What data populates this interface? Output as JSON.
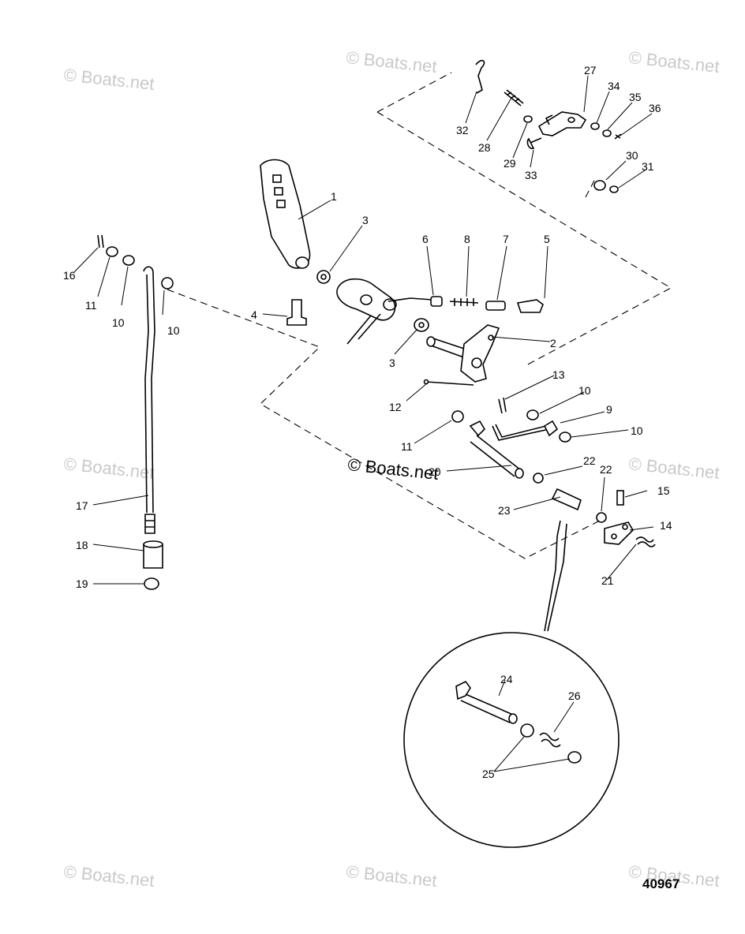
{
  "watermark": "© Boats.net",
  "figure_number": "40967",
  "callouts": [
    "1",
    "2",
    "3",
    "3",
    "4",
    "5",
    "6",
    "7",
    "8",
    "9",
    "10",
    "10",
    "10",
    "10",
    "11",
    "11",
    "12",
    "13",
    "14",
    "15",
    "16",
    "17",
    "18",
    "19",
    "20",
    "21",
    "22",
    "22",
    "23",
    "24",
    "25",
    "26",
    "27",
    "28",
    "29",
    "30",
    "31",
    "32",
    "33",
    "34",
    "35",
    "36"
  ]
}
